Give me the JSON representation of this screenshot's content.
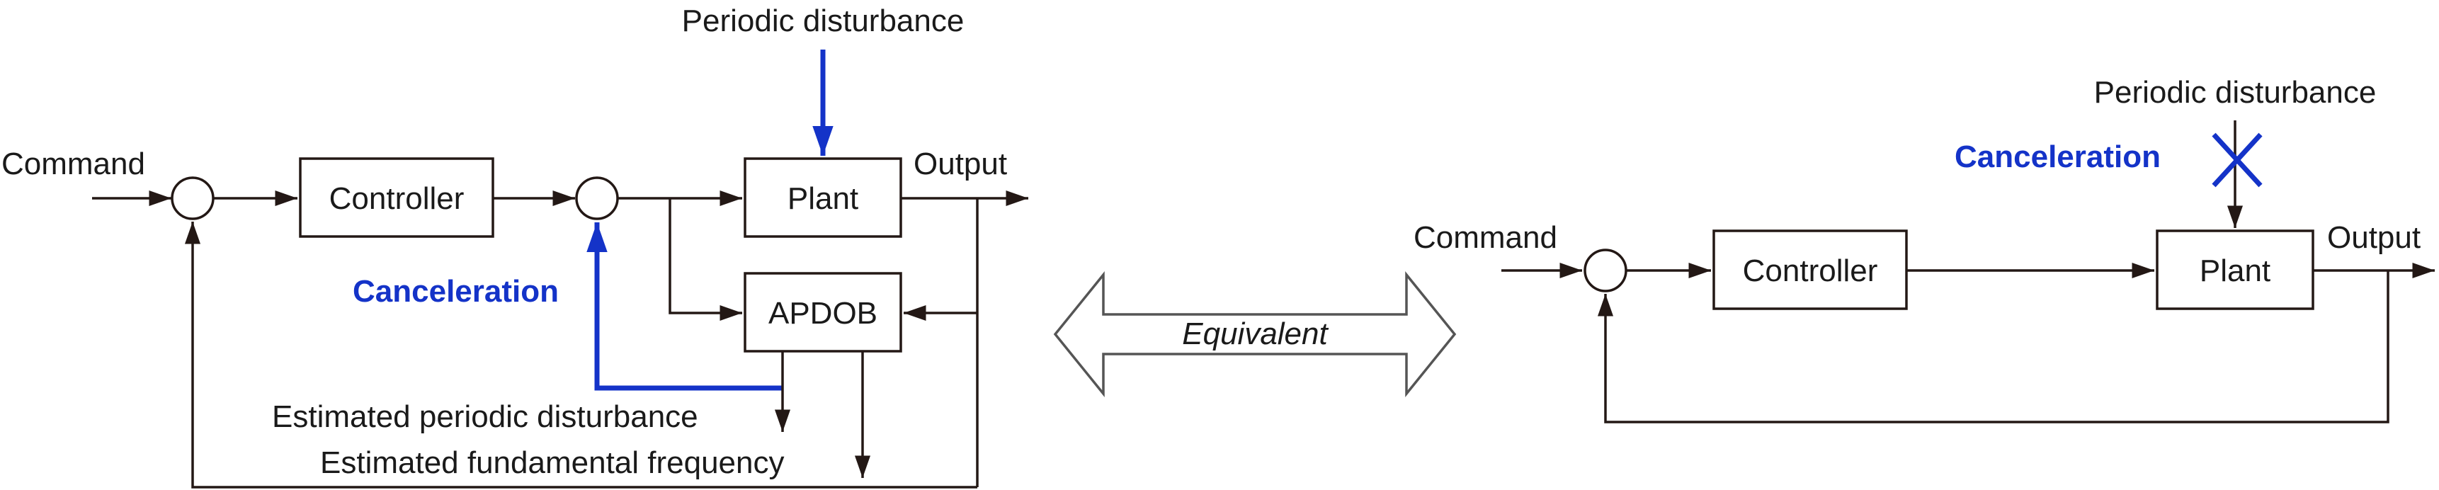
{
  "colors": {
    "line": "#231815",
    "accent_blue": "#1433c8",
    "arrow_outline": "#555555"
  },
  "left": {
    "command_label": "Command",
    "controller_label": "Controller",
    "plant_label": "Plant",
    "output_label": "Output",
    "disturbance_label": "Periodic disturbance",
    "apdob_label": "APDOB",
    "cancel_label": "Canceleration",
    "est_disturbance_label": "Estimated periodic disturbance",
    "est_frequency_label": "Estimated fundamental frequency"
  },
  "middle": {
    "equivalent_label": "Equivalent"
  },
  "right": {
    "command_label": "Command",
    "controller_label": "Controller",
    "plant_label": "Plant",
    "output_label": "Output",
    "disturbance_label": "Periodic disturbance",
    "cancel_label": "Canceleration"
  }
}
